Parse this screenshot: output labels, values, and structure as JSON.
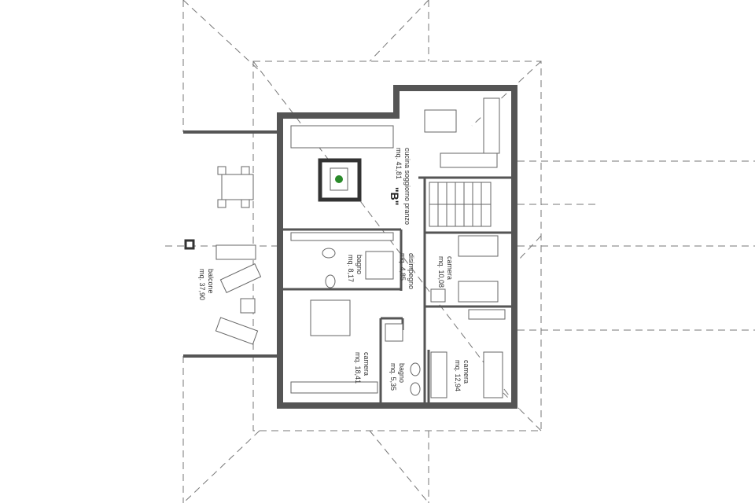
{
  "plan": {
    "unit_label": "\"B\"",
    "rooms": [
      {
        "name": "cucina soggiorno pranzo",
        "area": "mq. 41,81"
      },
      {
        "name": "disimpegno",
        "area": "mq. 4,85"
      },
      {
        "name": "bagno",
        "area": "mq. 8,17"
      },
      {
        "name": "camera",
        "area": "mq. 10,08"
      },
      {
        "name": "camera",
        "area": "mq. 18,41"
      },
      {
        "name": "bagno",
        "area": "mq. 5,35"
      },
      {
        "name": "camera",
        "area": "mq. 12,94"
      },
      {
        "name": "balcone",
        "area": "mq. 37,90"
      }
    ],
    "colors": {
      "wall": "#555555",
      "plant": "#2a8a2a"
    }
  }
}
